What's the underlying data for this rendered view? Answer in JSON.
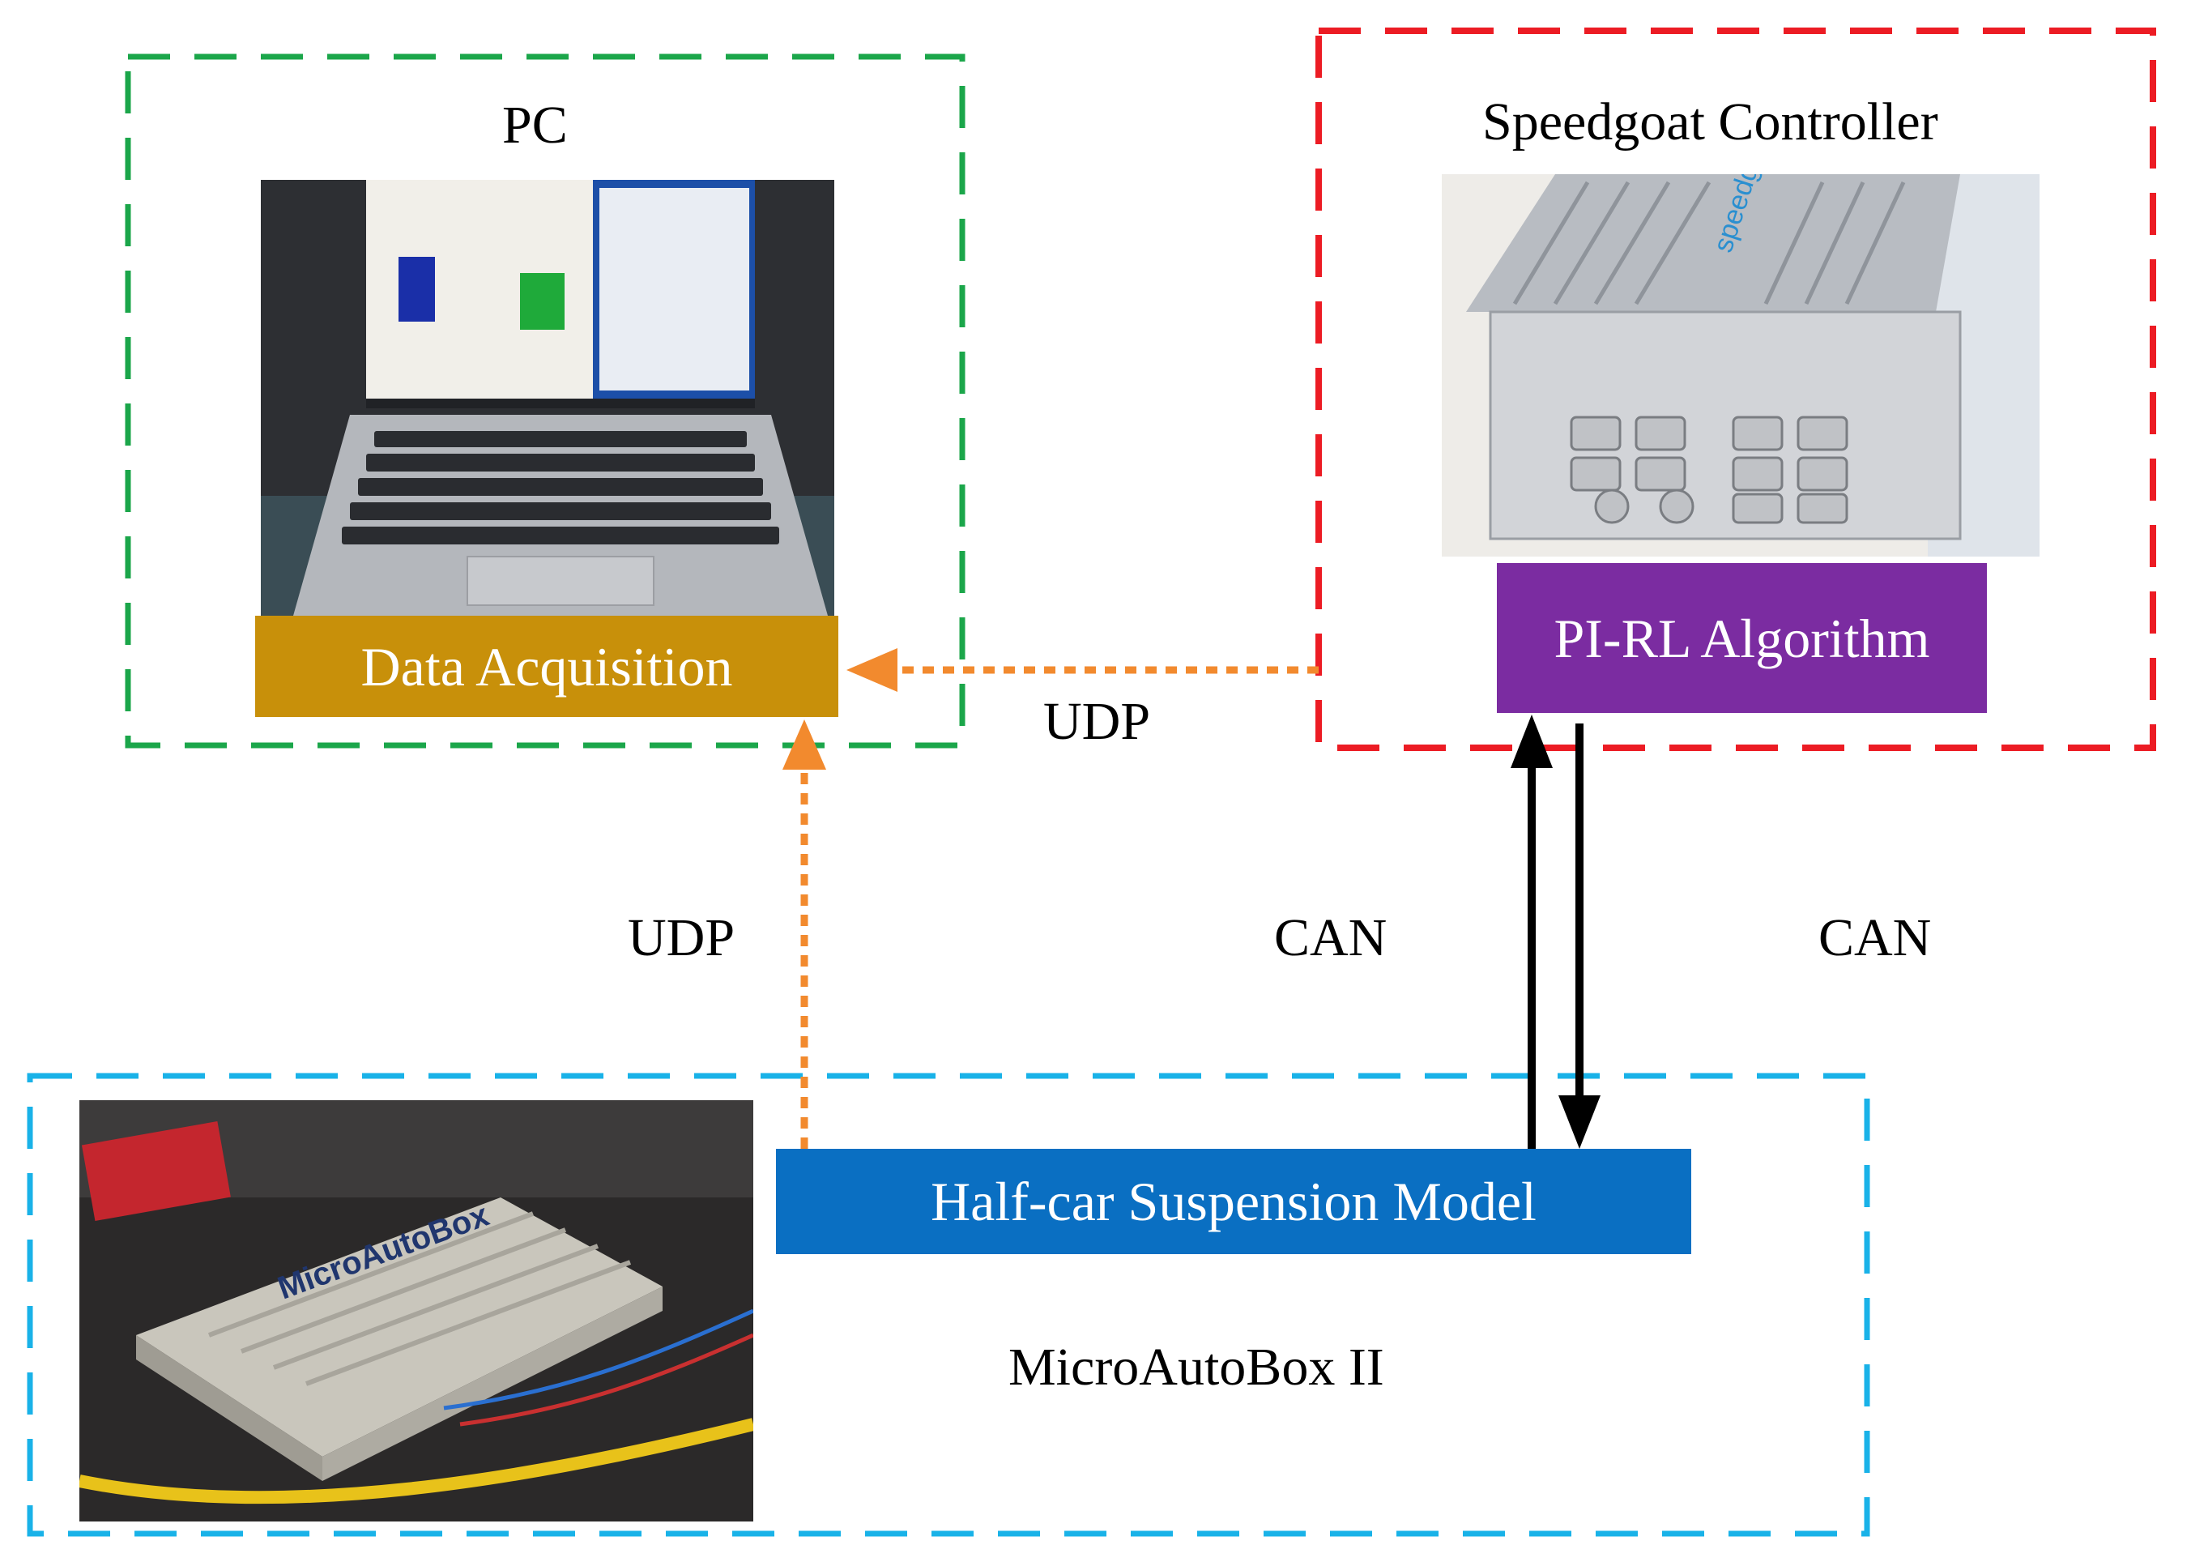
{
  "groups": {
    "pc": {
      "title": "PC",
      "color": "#1ba64a"
    },
    "speedgoat": {
      "title": "Speedgoat Controller",
      "color": "#ec1c24"
    },
    "microautobox": {
      "title": "MicroAutoBox II",
      "color": "#19b2e8"
    }
  },
  "blocks": {
    "data_acquisition": {
      "label": "Data Acquisition",
      "color": "#c8900a"
    },
    "pirl": {
      "label": "PI-RL Algorithm",
      "color": "#7b2ca1"
    },
    "suspension": {
      "label": "Half-car Suspension Model",
      "color": "#0a6fc2"
    }
  },
  "links": {
    "udp_top": {
      "label": "UDP",
      "color": "#f28a2e"
    },
    "udp_left": {
      "label": "UDP",
      "color": "#f28a2e"
    },
    "can_up": {
      "label": "CAN",
      "color": "#000000"
    },
    "can_down": {
      "label": "CAN",
      "color": "#000000"
    }
  },
  "photos": {
    "laptop": {
      "description_icon": "laptop-photo"
    },
    "speedgoat": {
      "description_icon": "speedgoat-device-photo",
      "brand": "speedgoat"
    },
    "microautobox": {
      "description_icon": "microautobox-photo",
      "brand": "MicroAutoBox"
    }
  }
}
